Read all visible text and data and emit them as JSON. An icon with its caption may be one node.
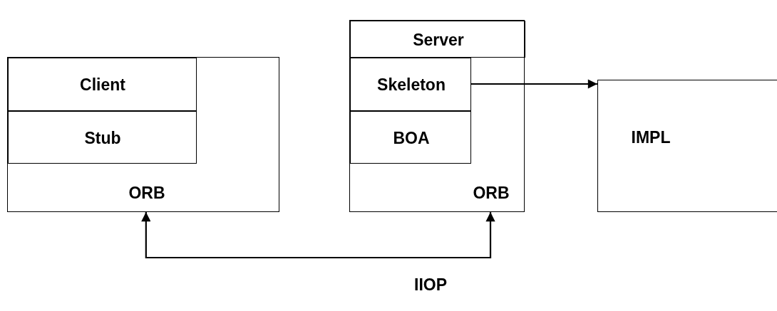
{
  "diagram": {
    "nodes": [
      {
        "text": [
          "ORB"
        ]
      },
      {
        "text": [
          "Client"
        ],
        "in": 0
      },
      {
        "text": [
          "Stub"
        ],
        "in": 0
      },
      {
        "text": [
          "ORB"
        ]
      },
      {
        "text": [
          "Server"
        ],
        "in": 3
      },
      {
        "text": [
          "Skeleton"
        ],
        "in": 3
      },
      {
        "text": [
          "BOA"
        ],
        "in": 3
      },
      {
        "text": [
          "IMPL"
        ]
      }
    ],
    "edges": [
      {
        "from": 5,
        "to": 7,
        "arrow": "to"
      },
      {
        "from": 0,
        "to": 3,
        "arrow": "both",
        "label": "IIOP"
      }
    ]
  }
}
